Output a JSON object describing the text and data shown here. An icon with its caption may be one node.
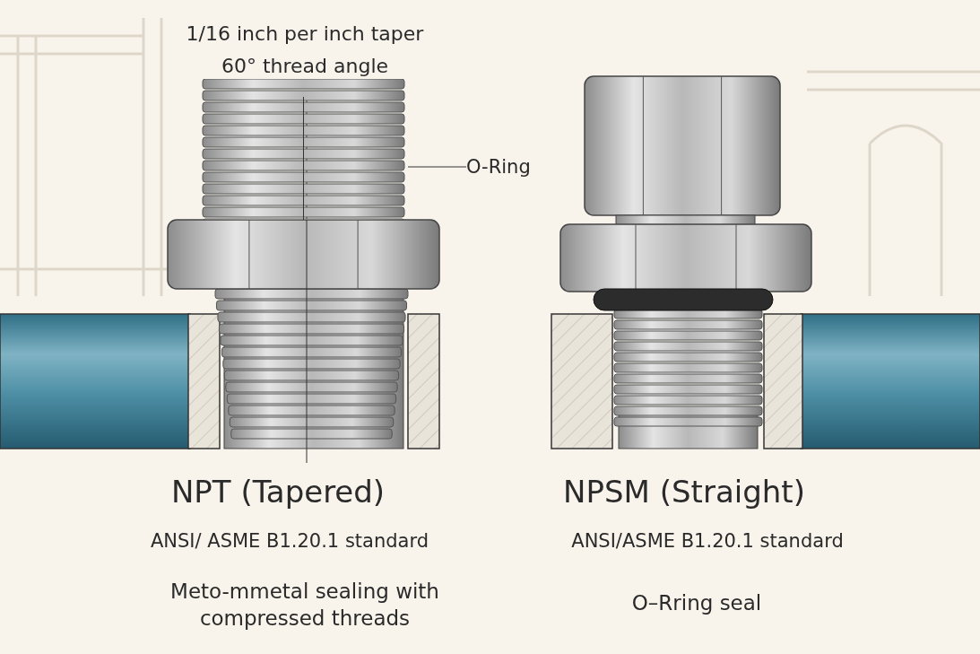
{
  "diagram": {
    "nodes": [
      {
        "text": [
          "O-Ring"
        ]
      },
      {
        "text": [],
        "shape": "picture"
      }
    ],
    "edges": [
      {
        "from": 0,
        "to": 1,
        "arrow": "none"
      }
    ],
    "labels": [
      "1/16 inch per inch taper",
      "60° thread angle",
      "NPT (Tapered)",
      "ANSI/ ASME B1.20.1 standard",
      "NPSM (Straight)",
      "ANSI/ASME B1.20.1 standard",
      "Meto-mmetal sealing with compressed threads",
      "O–Rring seal"
    ]
  }
}
